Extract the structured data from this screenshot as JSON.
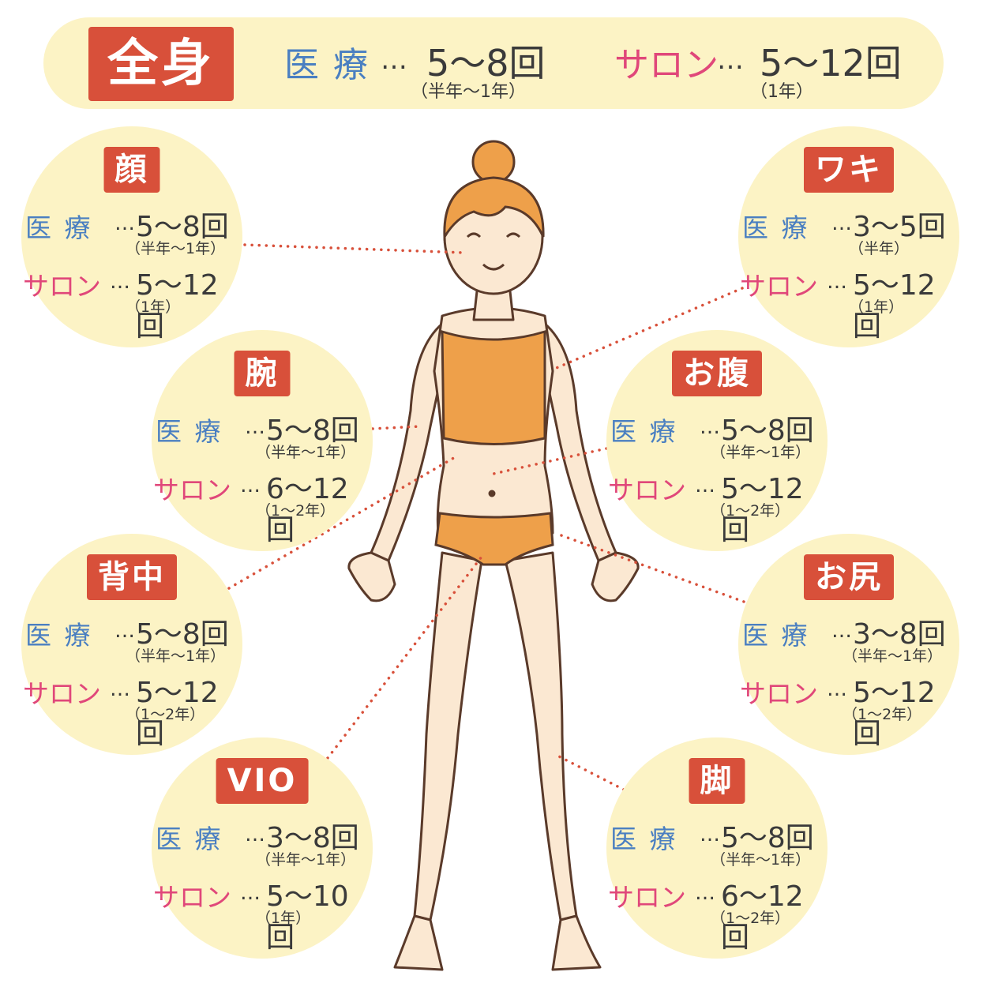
{
  "colors": {
    "tag_bg": "#d8503a",
    "circle_bg": "#fcf3c5",
    "medical": "#4a7fc1",
    "salon": "#e0477a",
    "leader": "#d8503a",
    "skin": "#fbe8d2",
    "hair_and_underwear": "#eea04a"
  },
  "whole_body": {
    "title": "全身",
    "medical_label": "医 療",
    "medical_value": "5〜8回",
    "medical_note": "（半年〜1年）",
    "salon_label": "サロン",
    "salon_value": "5〜12回",
    "salon_note": "（1年）"
  },
  "regions": {
    "face": {
      "title": "顔",
      "medical_value": "5〜8回",
      "medical_note": "（半年〜1年）",
      "salon_value": "5〜12回",
      "salon_note": "（1年）"
    },
    "armpit": {
      "title": "ワキ",
      "medical_value": "3〜5回",
      "medical_note": "（半年）",
      "salon_value": "5〜12回",
      "salon_note": "（1年）"
    },
    "arm": {
      "title": "腕",
      "medical_value": "5〜8回",
      "medical_note": "（半年〜1年）",
      "salon_value": "6〜12回",
      "salon_note": "（1〜2年）"
    },
    "belly": {
      "title": "お腹",
      "medical_value": "5〜8回",
      "medical_note": "（半年〜1年）",
      "salon_value": "5〜12回",
      "salon_note": "（1〜2年）"
    },
    "back": {
      "title": "背中",
      "medical_value": "5〜8回",
      "medical_note": "（半年〜1年）",
      "salon_value": "5〜12回",
      "salon_note": "（1〜2年）"
    },
    "buttocks": {
      "title": "お尻",
      "medical_value": "3〜8回",
      "medical_note": "（半年〜1年）",
      "salon_value": "5〜12回",
      "salon_note": "（1〜2年）"
    },
    "vio": {
      "title": "VIO",
      "medical_value": "3〜8回",
      "medical_note": "（半年〜1年）",
      "salon_value": "5〜10回",
      "salon_note": "（1年）"
    },
    "legs": {
      "title": "脚",
      "medical_value": "5〜8回",
      "medical_note": "（半年〜1年）",
      "salon_value": "6〜12回",
      "salon_note": "（1〜2年）"
    }
  },
  "labels": {
    "medical": "医 療",
    "salon": "サロン",
    "dots": "…"
  }
}
